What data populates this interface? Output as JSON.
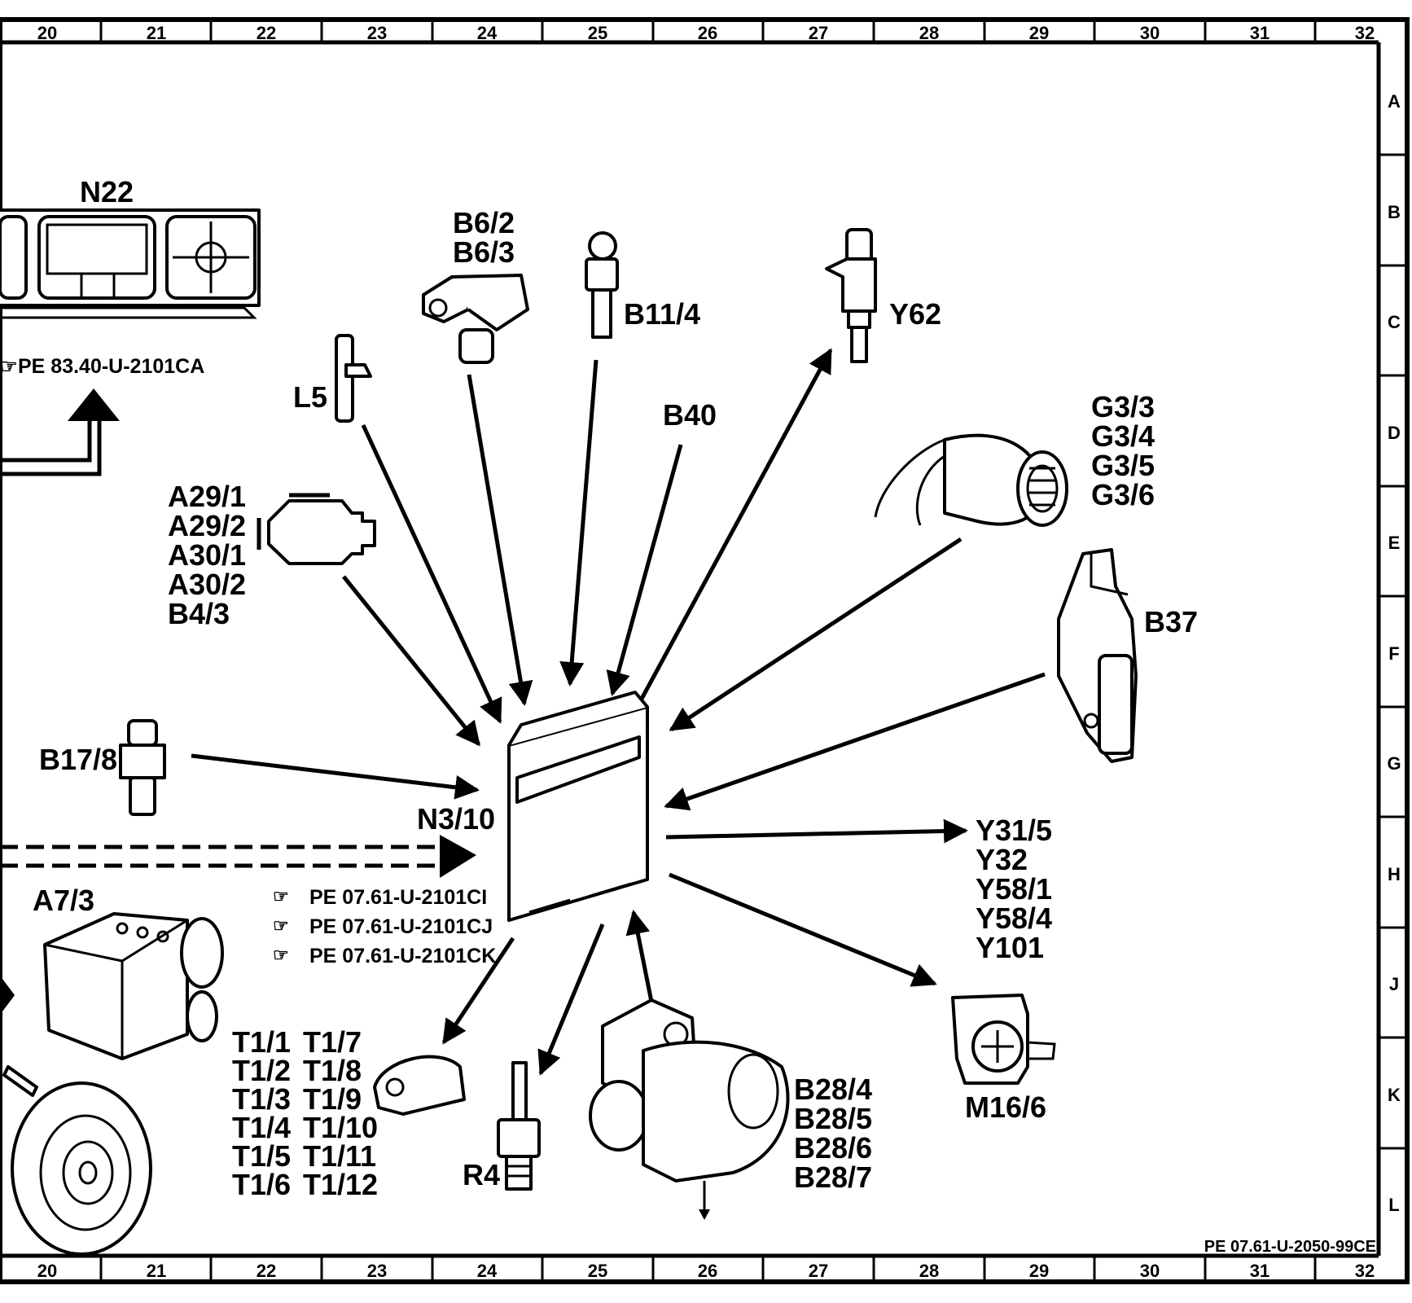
{
  "grid": {
    "columns": [
      "20",
      "21",
      "22",
      "23",
      "24",
      "25",
      "26",
      "27",
      "28",
      "29",
      "30",
      "31",
      "32"
    ],
    "rows": [
      "A",
      "B",
      "C",
      "D",
      "E",
      "F",
      "G",
      "H",
      "J",
      "K",
      "L"
    ]
  },
  "drawing_number": "PE 07.61-U-2050-99CE",
  "components": {
    "n22": "N22",
    "n22_ref": "PE 83.40-U-2101CA",
    "b6": [
      "B6/2",
      "B6/3"
    ],
    "b11_4": "B11/4",
    "y62": "Y62",
    "l5": "L5",
    "b40": "B40",
    "g3": [
      "G3/3",
      "G3/4",
      "G3/5",
      "G3/6"
    ],
    "a29": [
      "A29/1",
      "A29/2",
      "A30/1",
      "A30/2",
      "B4/3"
    ],
    "b37": "B37",
    "b17_8": "B17/8",
    "n3_10": "N3/10",
    "n3_10_refs": [
      "PE  07.61-U-2101CI",
      "PE  07.61-U-2101CJ",
      "PE  07.61-U-2101CK"
    ],
    "y31": [
      "Y31/5",
      "Y32",
      "Y58/1",
      "Y58/4",
      "Y101"
    ],
    "a7_3": "A7/3",
    "t1_left": [
      "T1/1",
      "T1/2",
      "T1/3",
      "T1/4",
      "T1/5",
      "T1/6"
    ],
    "t1_right": [
      "T1/7",
      "T1/8",
      "T1/9",
      "T1/10",
      "T1/11",
      "T1/12"
    ],
    "r4": "R4",
    "b28": [
      "B28/4",
      "B28/5",
      "B28/6",
      "B28/7"
    ],
    "m16_6": "M16/6"
  }
}
